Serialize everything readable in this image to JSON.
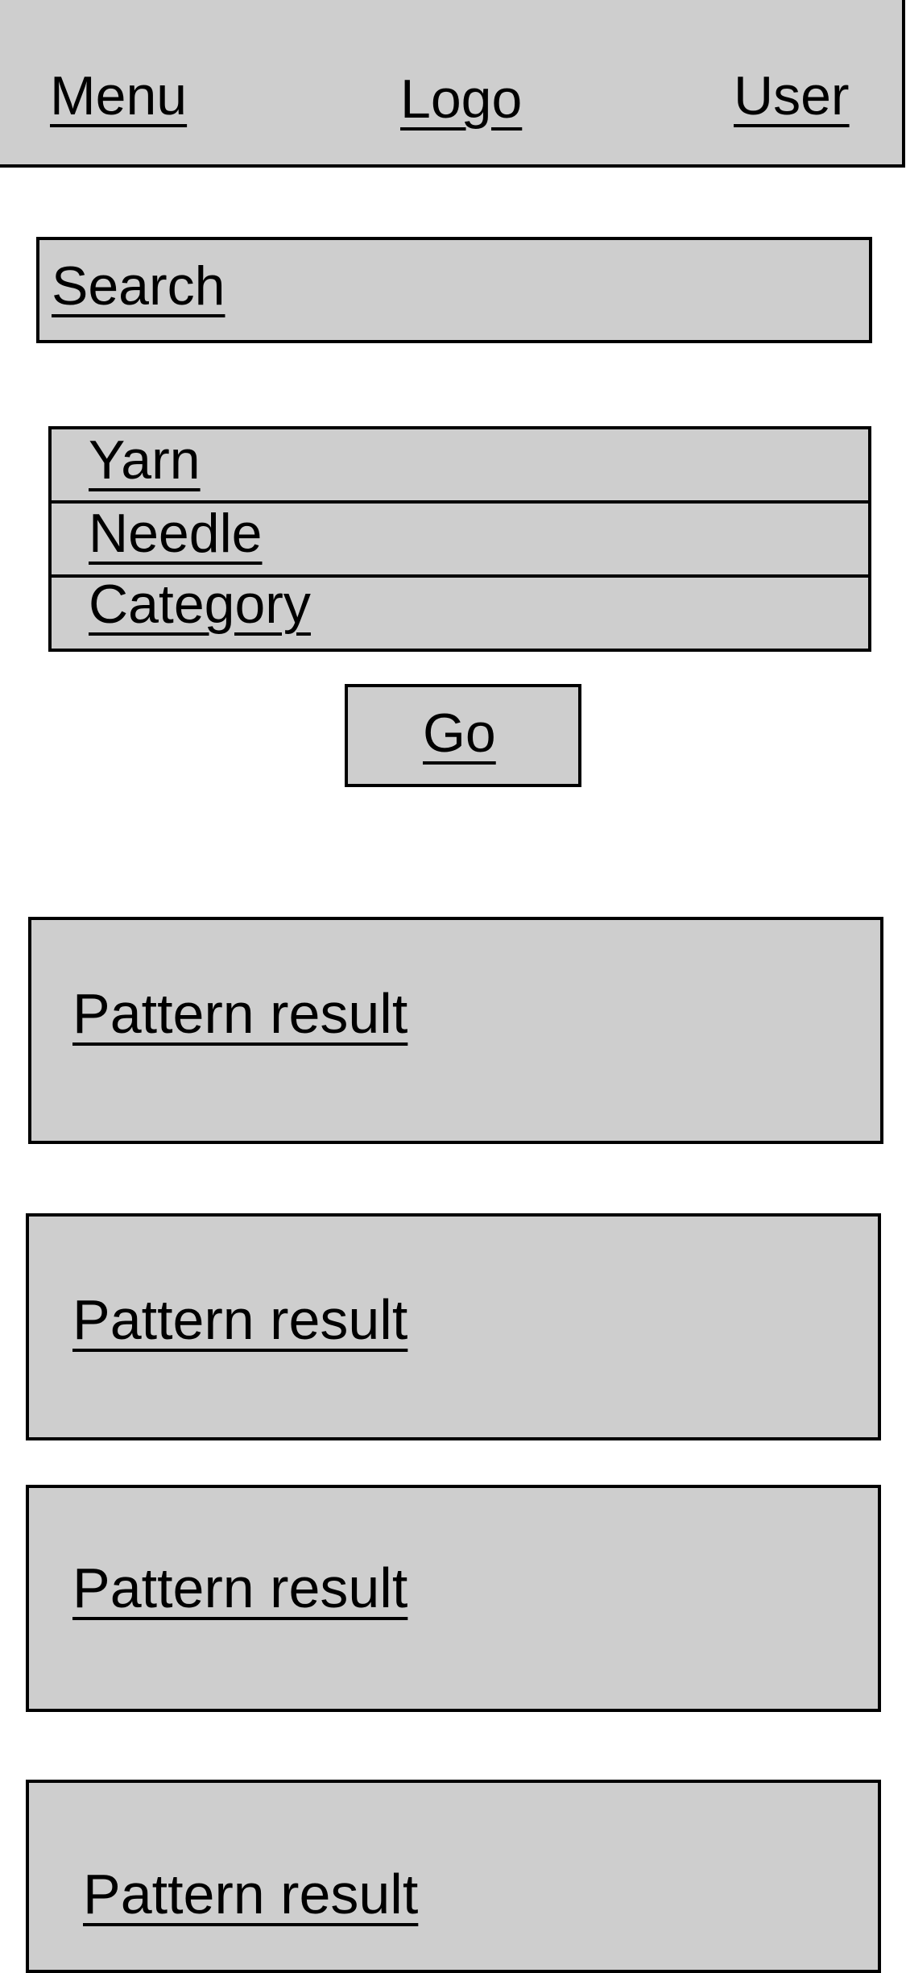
{
  "header": {
    "menu_label": "Menu",
    "logo_label": "Logo",
    "user_label": "User"
  },
  "search": {
    "placeholder": "Search"
  },
  "filters": {
    "items": [
      {
        "label": "Yarn"
      },
      {
        "label": "Needle"
      },
      {
        "label": "Category"
      }
    ]
  },
  "go_button": {
    "label": "Go"
  },
  "results": [
    {
      "label": "Pattern result"
    },
    {
      "label": "Pattern result"
    },
    {
      "label": "Pattern result"
    },
    {
      "label": "Pattern result"
    }
  ]
}
